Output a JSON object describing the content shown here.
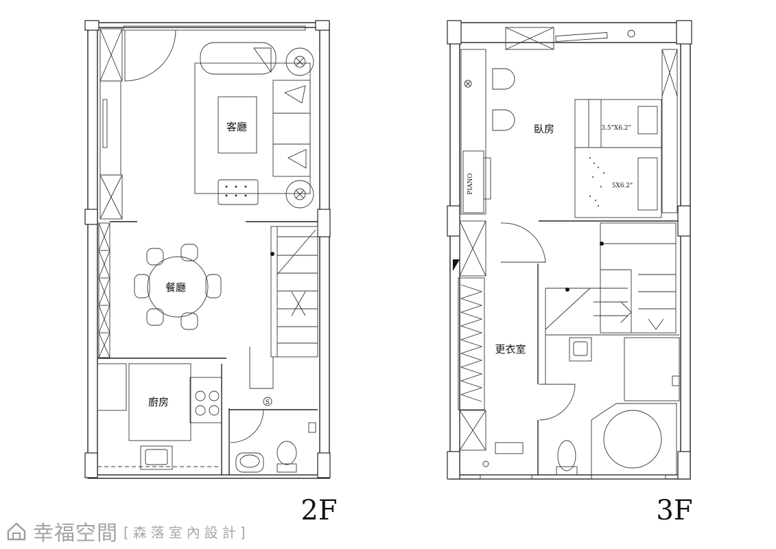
{
  "floors": {
    "f2": {
      "label": "2F",
      "rooms": {
        "living": "客廳",
        "dining": "餐廳",
        "kitchen": "廚房"
      },
      "switch_mark": "S"
    },
    "f3": {
      "label": "3F",
      "rooms": {
        "bedroom": "臥房",
        "closet": "更衣室"
      },
      "piano_label": "PIANO",
      "bed_upper_size": "3.5\"X6.2\"",
      "bed_lower_size": "5X6.2\""
    }
  },
  "branding": {
    "logo_icon": "house-logo-icon",
    "name": "幸福空間",
    "subtitle": "[森落室內設計]"
  }
}
